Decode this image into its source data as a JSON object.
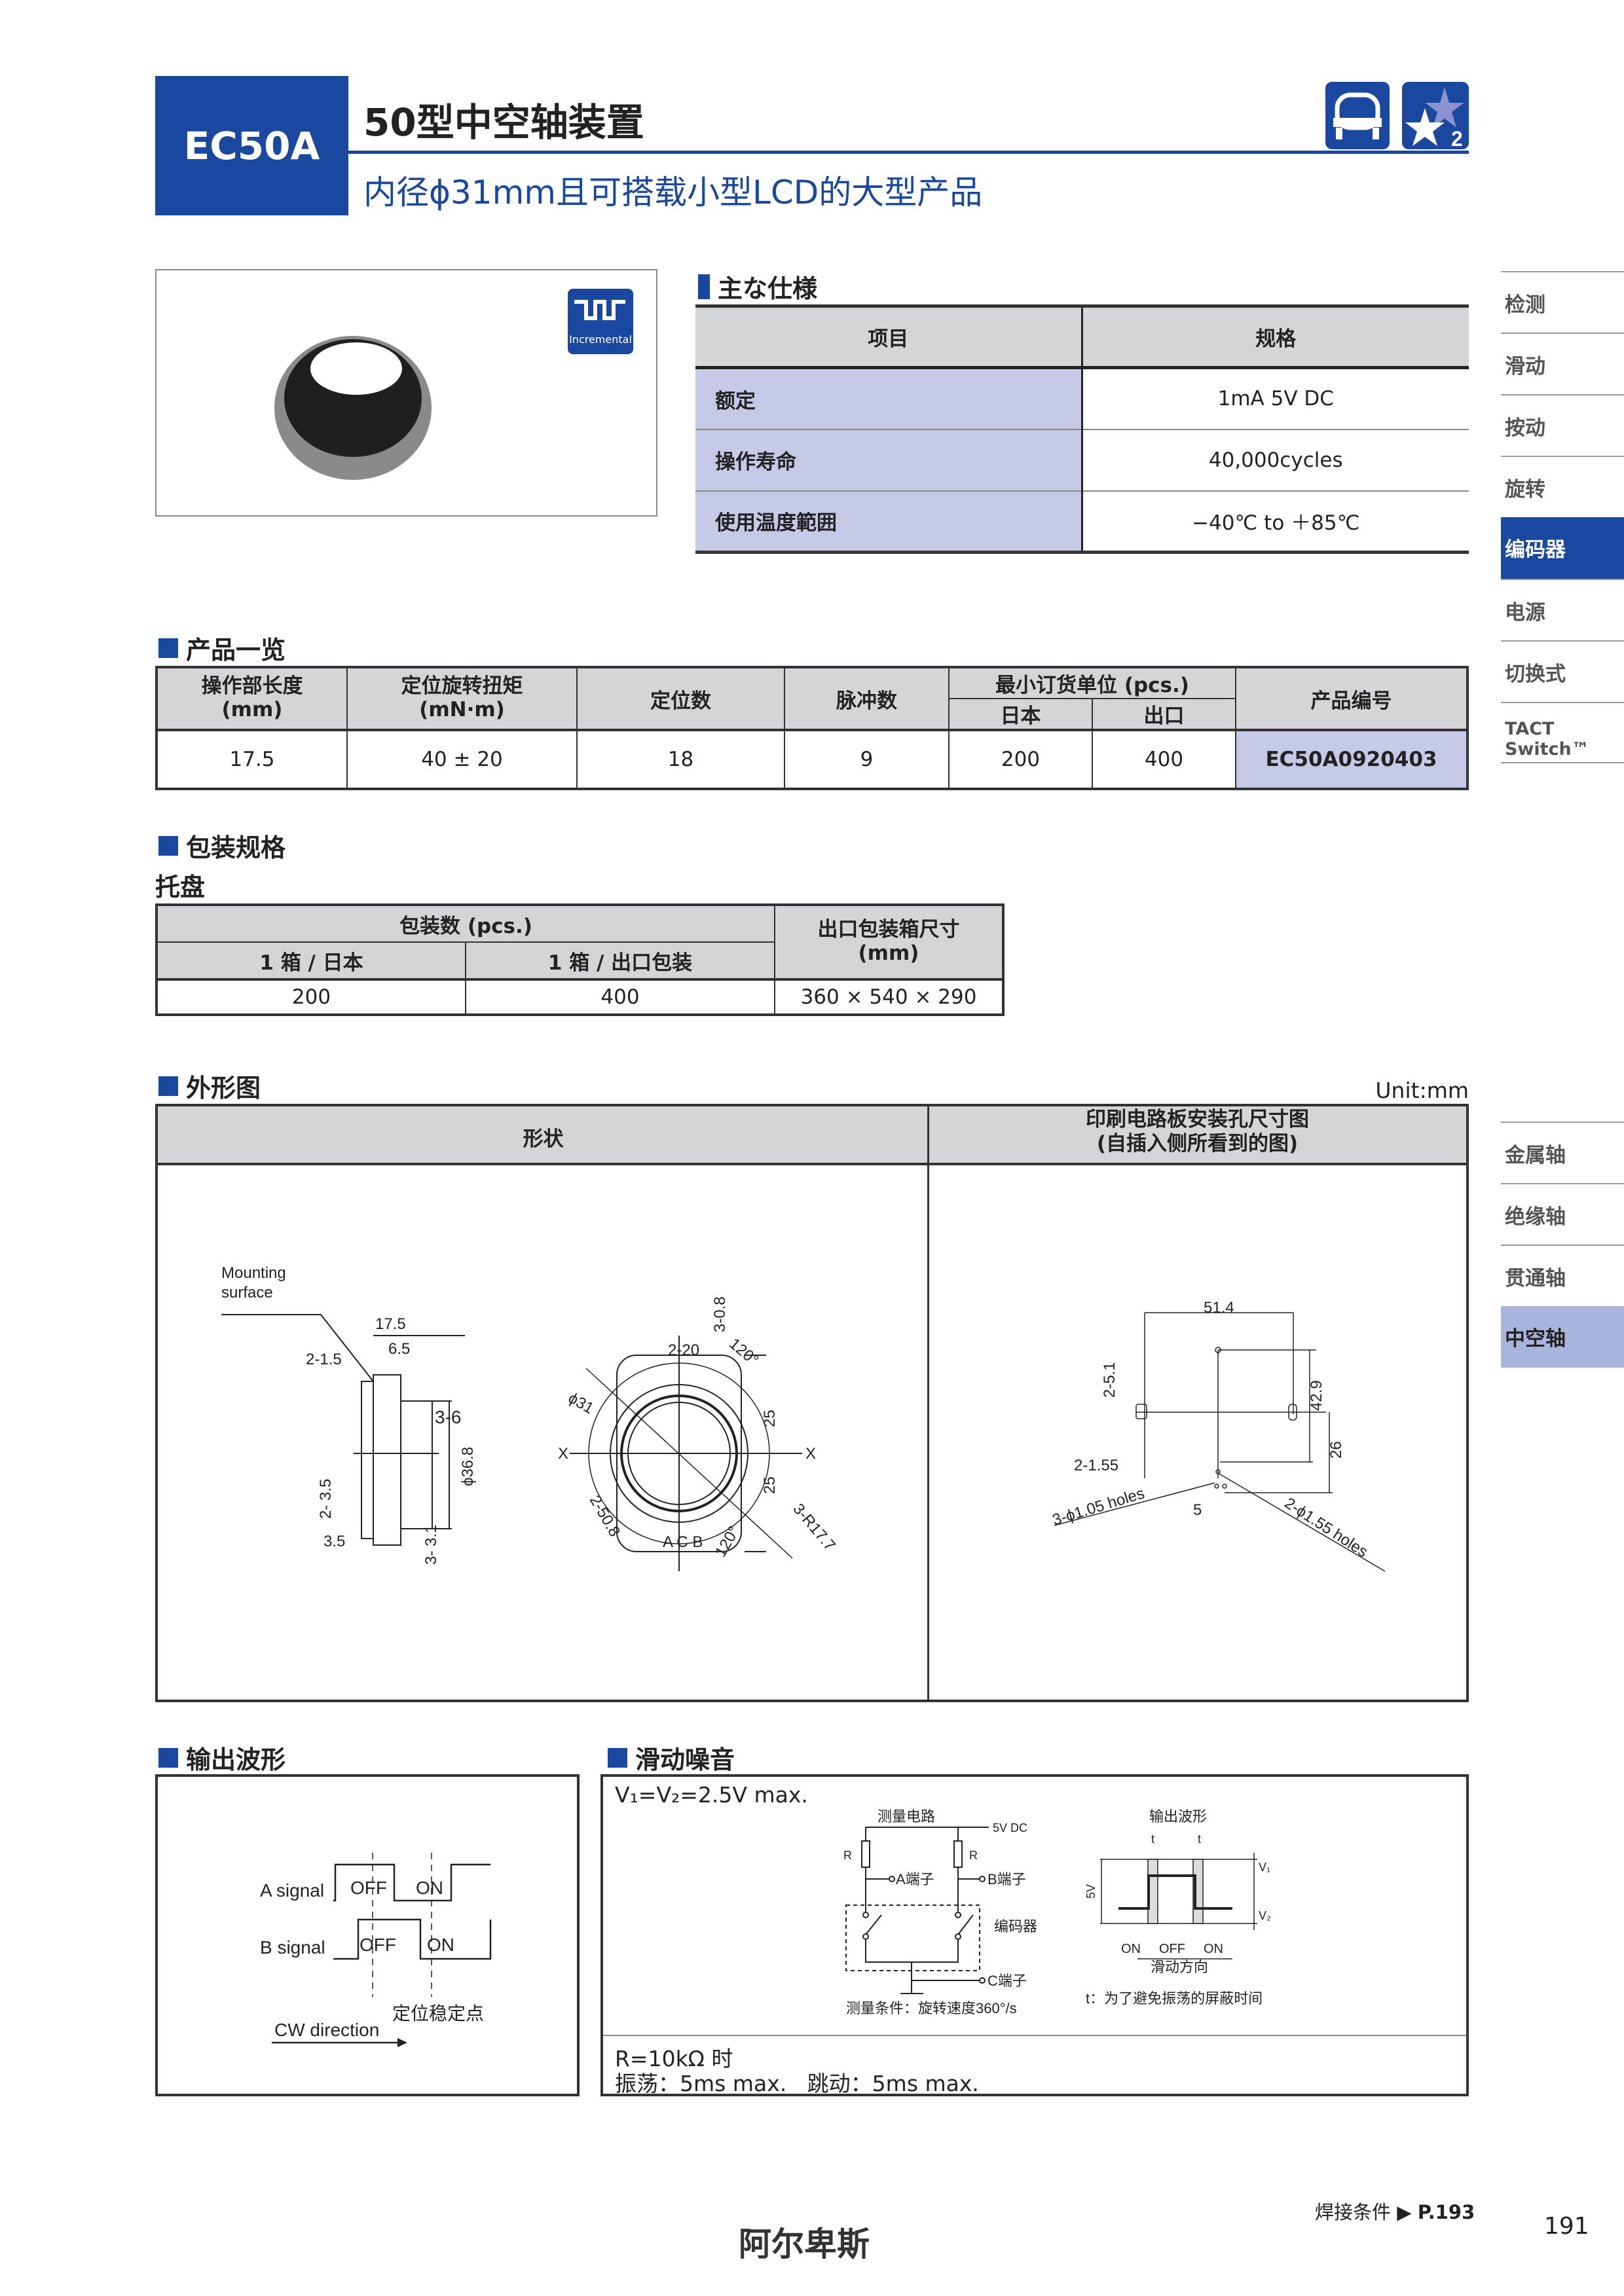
{
  "header": {
    "model": "EC50A",
    "title": "50型中空轴装置",
    "subtitle": "内径ϕ31mm且可搭载小型LCD的大型产品",
    "icons": [
      "car-icon",
      "star-2-icon"
    ],
    "star_badge": "2"
  },
  "image_badge": "Incremental",
  "specs": {
    "heading": "主な仕様",
    "col_item": "项目",
    "col_spec": "规格",
    "rows": [
      {
        "item": "额定",
        "spec": "1mA 5V DC"
      },
      {
        "item": "操作寿命",
        "spec": "40,000cycles"
      },
      {
        "item": "使用温度範囲",
        "spec": "−40℃ to ＋85℃"
      }
    ]
  },
  "sidebar": {
    "group1": [
      "检测",
      "滑动",
      "按动",
      "旋转",
      "编码器",
      "电源",
      "切换式",
      "TACT Switch™"
    ],
    "active1": "编码器",
    "group2": [
      "金属轴",
      "绝缘轴",
      "贯通轴",
      "中空轴"
    ],
    "active2": "中空轴"
  },
  "products": {
    "heading": "产品一览",
    "headers": {
      "length": "操作部长度\n(mm)",
      "torque": "定位旋转扭矩\n(mN·m)",
      "detents": "定位数",
      "pulses": "脉冲数",
      "min_order": "最小订货单位 (pcs.)",
      "japan": "日本",
      "export": "出口",
      "part_no": "产品编号"
    },
    "row": {
      "length": "17.5",
      "torque": "40 ± 20",
      "detents": "18",
      "pulses": "9",
      "japan": "200",
      "export": "400",
      "part_no": "EC50A0920403"
    }
  },
  "packaging": {
    "heading": "包装规格",
    "sub": "托盘",
    "qty_header": "包装数 (pcs.)",
    "box_japan": "1 箱 / 日本",
    "box_export": "1 箱 / 出口包装",
    "size_header": "出口包装箱尺寸\n(mm)",
    "row": {
      "japan": "200",
      "export": "400",
      "size": "360 × 540 × 290"
    }
  },
  "outline": {
    "heading": "外形图",
    "unit": "Unit:mm",
    "col_shape": "形状",
    "col_pcb": "印刷电路板安装孔尺寸图\n(自插入侧所看到的图)",
    "shape_labels": {
      "mounting": "Mounting",
      "surface": "surface",
      "d17_5": "17.5",
      "d6_5": "6.5",
      "d2_1_5": "2-1.5",
      "d3_6": "3-6",
      "d36_8": "ϕ36.8",
      "d2_3_5": "2- 3.5",
      "d3_5": "3.5",
      "d3_3_1": "3- 3.1",
      "d3_0_8": "3-0.8",
      "d2_20": "2-20",
      "a120a": "120°",
      "d31": "ϕ31",
      "xl": "X",
      "xr": "X",
      "d25a": "25",
      "d25b": "25",
      "d2_50_8": "2-50.8",
      "r17_7": "3-R17.7",
      "acb": "A C B",
      "a120b": "120°"
    },
    "pcb_labels": {
      "d51_4": "51.4",
      "d2_5_1": "2-5.1",
      "d42_9": "42.9",
      "d26": "26",
      "d2_1_55": "2-1.55",
      "d5": "5",
      "holes105": "3-ϕ1.05 holes",
      "holes155": "2-ϕ1.55 holes"
    }
  },
  "waveform": {
    "heading": "输出波形",
    "a_signal": "A signal",
    "b_signal": "B signal",
    "off": "OFF",
    "on": "ON",
    "detent": "定位稳定点",
    "cw": "CW direction"
  },
  "noise": {
    "heading": "滑动噪音",
    "vmax": "V₁=V₂=2.5V max.",
    "circuit_title": "测量电路",
    "v5dc": "5V DC",
    "r": "R",
    "a_term": "A端子",
    "b_term": "B端子",
    "encoder": "编码器",
    "c_term": "C端子",
    "condition": "测量条件：旋转速度360°/s",
    "wave_title": "输出波形",
    "t": "t",
    "v1": "V₁",
    "v2": "V₂",
    "v5": "5V",
    "on": "ON",
    "off": "OFF",
    "slide_dir": "滑动方向",
    "t_note": "t：为了避免振荡的屏蔽时间",
    "r_cond": "R=10kΩ 时",
    "chatter": "振荡：5ms max.   跳动：5ms max."
  },
  "footer": {
    "solder": "焊接条件",
    "page_ref": "P.193",
    "brand": "阿尔卑斯",
    "page": "191"
  }
}
